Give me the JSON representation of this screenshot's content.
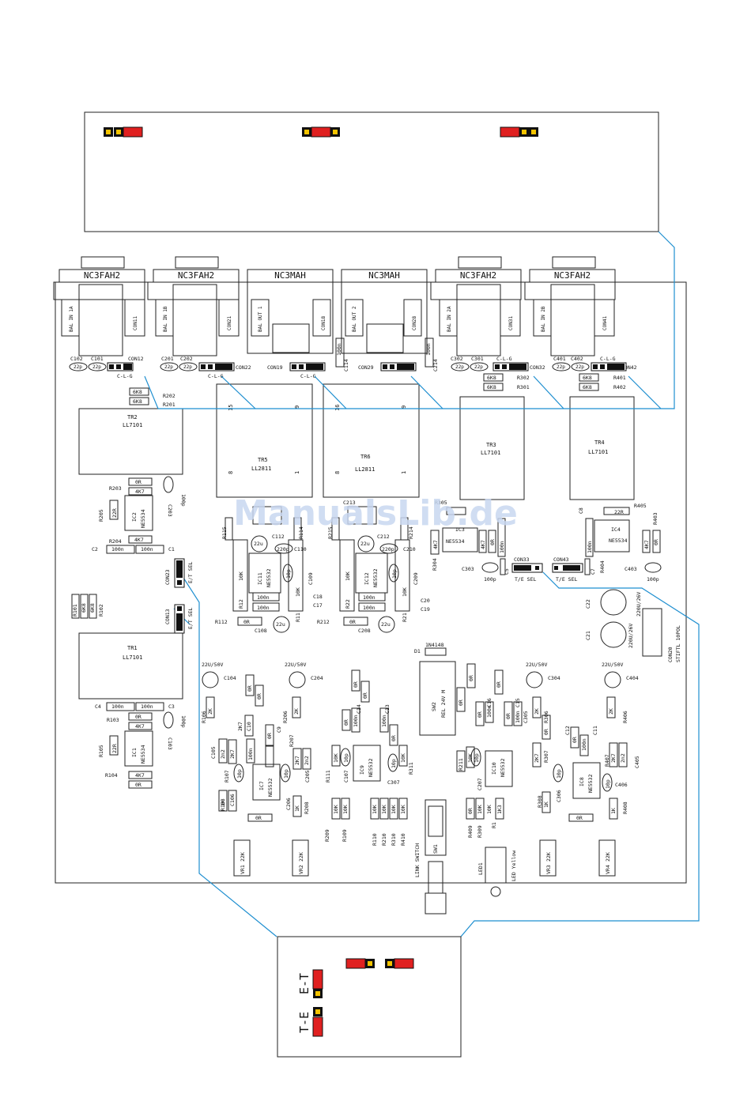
{
  "watermark": "ManualsLib.de",
  "connectors": {
    "ch1a": "NC3FAH2",
    "ch1b": "NC3FAH2",
    "out1": "NC3MAH",
    "out2": "NC3MAH",
    "ch2a": "NC3FAH2",
    "ch2b": "NC3FAH2"
  },
  "jack_labels": {
    "bal_in_1a": "BAL IN 1A",
    "bal_in_1b": "BAL IN 1B",
    "bal_out_1": "BAL OUT 1",
    "bal_out_2": "BAL OUT 2",
    "bal_in_2a": "BAL IN 2A",
    "bal_in_2b": "BAL IN 2B",
    "con11": "CON11",
    "con21": "CON21",
    "con18": "CON18",
    "con28": "CON28",
    "con31": "CON31",
    "con41": "CON41"
  },
  "header_row": {
    "c102": "C102",
    "c101": "C101",
    "con12": "CON12",
    "c201": "C201",
    "c202": "C202",
    "con22": "CON22",
    "con19": "CON19",
    "con29": "CON29",
    "c302": "C302",
    "c301": "C301",
    "con32": "CON32",
    "c401": "C401",
    "c402": "C402",
    "con42": "CON42",
    "p22": "22p",
    "clg": "C-L-G",
    "c114": "C114",
    "c214": "C214",
    "n100": "100n"
  },
  "transformers": {
    "tr2": {
      "name": "TR2",
      "type": "LL7101"
    },
    "tr5": {
      "name": "TR5",
      "type": "LL2811",
      "p15": "15",
      "p9": "9",
      "p8": "8",
      "p1": "1"
    },
    "tr6": {
      "name": "TR6",
      "type": "LL2811",
      "p16": "16",
      "p9": "9",
      "p8": "8",
      "p1": "1"
    },
    "tr3": {
      "name": "TR3",
      "type": "LL7101"
    },
    "tr4": {
      "name": "TR4",
      "type": "LL7101"
    },
    "tr1": {
      "name": "TR1",
      "type": "LL7101"
    }
  },
  "resistors": {
    "r6k8": "6K8",
    "r202": "R202",
    "r201": "R201",
    "r302": "R302",
    "r301": "R301",
    "r401": "R401",
    "r402": "R402",
    "r0": "0R",
    "r4k7": "4K7",
    "r22": "22R",
    "r203": "R203",
    "r205": "R205",
    "r204": "R204",
    "r103": "R103",
    "r105": "R105",
    "r104": "R104",
    "r101": "R101",
    "r102": "R102",
    "r405": "R405",
    "r403": "R403",
    "r404": "R404",
    "r304": "R304",
    "r115": "R115",
    "r114": "R114",
    "r215": "R215",
    "r214": "R214",
    "r112": "R112",
    "r212": "R212",
    "r12": "R12",
    "r11": "R11",
    "r22n": "R22",
    "r21": "R21",
    "r10k": "10K",
    "r2k": "2K",
    "r2k7": "2K7",
    "r1k": "1K",
    "r1k3": "1K3",
    "r22k": "22K",
    "r2n2": "2n2",
    "r1": "R1",
    "r106": "R106",
    "r107": "R107",
    "r108": "R108",
    "r206": "R206",
    "r207": "R207",
    "r208": "R208",
    "r209": "R209",
    "r109": "R109",
    "r110": "R110",
    "r210": "R210",
    "r310": "R310",
    "r410": "R410",
    "r111": "R111",
    "r211": "R211",
    "r311": "R311",
    "r305": "R305",
    "r309": "R309",
    "r306": "R306",
    "r307": "R307",
    "r308": "R308",
    "r406": "R406",
    "r407": "R407",
    "r408": "R408",
    "r409": "R409"
  },
  "ics": {
    "ic2": "IC2",
    "ic1": "IC1",
    "ic3": "IC3",
    "ic4": "IC4",
    "ic11": "IC11",
    "ic12": "IC12",
    "ic7": "IC7",
    "ic9": "IC9",
    "ic10": "IC10",
    "ic8": "IC8",
    "ne5534": "NE5534",
    "ne5532": "NE5532"
  },
  "caps": {
    "c203": "C203",
    "c103": "C103",
    "c2": "C2",
    "c1": "C1",
    "c4": "C4",
    "c3": "C3",
    "c303": "C303",
    "c403": "C403",
    "c5": "C5",
    "c7": "C7",
    "c8": "C8",
    "c108": "C108",
    "c208": "C208",
    "c112": "C112",
    "c110": "C110",
    "c109": "C109",
    "c212": "C212",
    "c210": "C210",
    "c209": "C209",
    "c213": "C213",
    "c17": "C17",
    "c18": "C18",
    "c19": "C19",
    "c20": "C20",
    "c21": "C21",
    "c22": "C22",
    "c104": "C104",
    "c204": "C204",
    "c304": "C304",
    "c404": "C404",
    "c105": "C105",
    "c106": "C106",
    "c205": "C205",
    "c206": "C206",
    "c305": "C305",
    "c306": "C306",
    "c405": "C405",
    "c406": "C406",
    "c107": "C107",
    "c207": "C207",
    "c307": "C307",
    "c9": "C9",
    "c10": "C10",
    "c11": "C11",
    "c12": "C12",
    "c13": "C13",
    "c14": "C14",
    "c15": "C15",
    "c16": "C16",
    "v100p": "100p",
    "v10p": "10p",
    "v220p": "220p",
    "v22u": "22u",
    "v22u50": "22U/50V",
    "v22u26": "220U/26V"
  },
  "misc": {
    "con23": "CON23",
    "con13": "CON13",
    "et_sel": "E/T SEL",
    "te_sel": "T/E SEL",
    "con33": "CON33",
    "con43": "CON43",
    "con20": "CON20",
    "stiftl": "STIFTL 10POL",
    "d1": "D1",
    "in4148": "1N4148",
    "sw2": "SW2",
    "rel": "REL 24V M",
    "sw1": "SW1",
    "link_switch": "LINK SWITCH",
    "led1": "LED1",
    "led_yellow": "LED Yellow",
    "vr1": "VR1",
    "vr2": "VR2",
    "vr3": "VR3",
    "vr4": "VR4"
  },
  "legend": {
    "et": "E-T",
    "te": "T-E"
  },
  "colors": {
    "trace": "#1f8fd0",
    "jumper": "#e02020",
    "pad": "#f5c400",
    "watermark": "#c8d8f0"
  }
}
